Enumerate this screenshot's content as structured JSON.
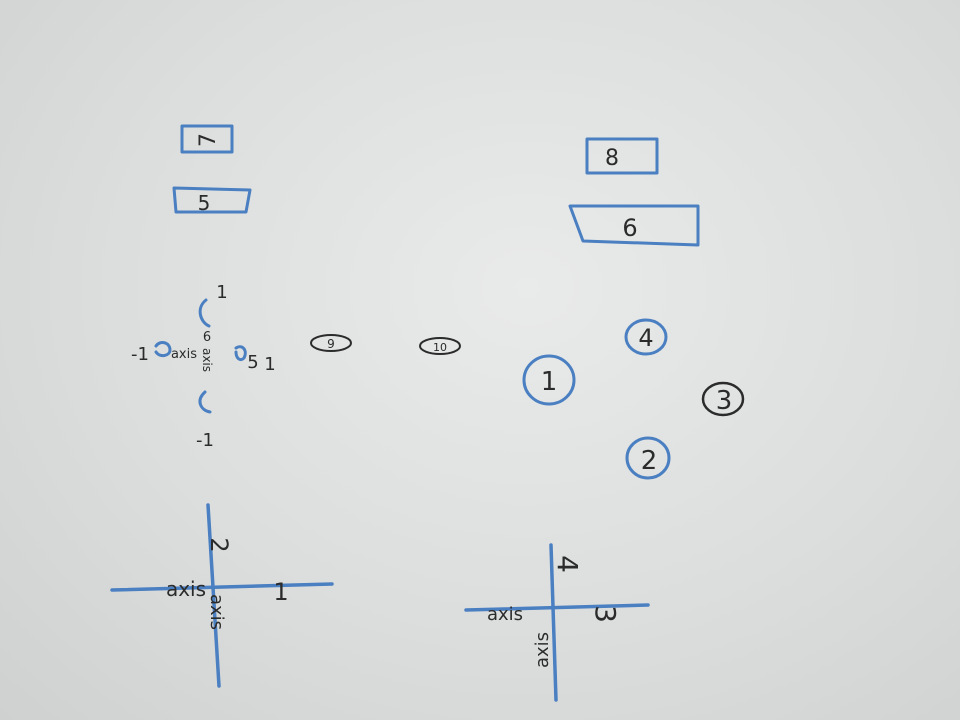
{
  "boxes": {
    "box_7": "7",
    "box_5": "5",
    "box_8": "8",
    "box_6": "6"
  },
  "circles": {
    "circle_1": "1",
    "circle_2": "2",
    "circle_3": "3",
    "circle_4": "4",
    "small_9": "9",
    "small_10": "10"
  },
  "axis_small": {
    "top_tick": "1",
    "bottom_tick": "-1",
    "left_tick": "-1",
    "right_tick": "1",
    "x_label": "axis",
    "y_label": "axis",
    "x_number": "5",
    "y_number": "6"
  },
  "axis_bottom_left": {
    "x_label": "axis",
    "y_label": "axis",
    "x_number": "1",
    "y_number": "2"
  },
  "axis_bottom_right": {
    "x_label": "axis",
    "y_label": "axis",
    "x_number": "3",
    "y_number": "4"
  },
  "colors": {
    "blue_pencil": "#4a7fc1",
    "graphite": "#2b2b2b",
    "paper": "#e3e5e5"
  }
}
